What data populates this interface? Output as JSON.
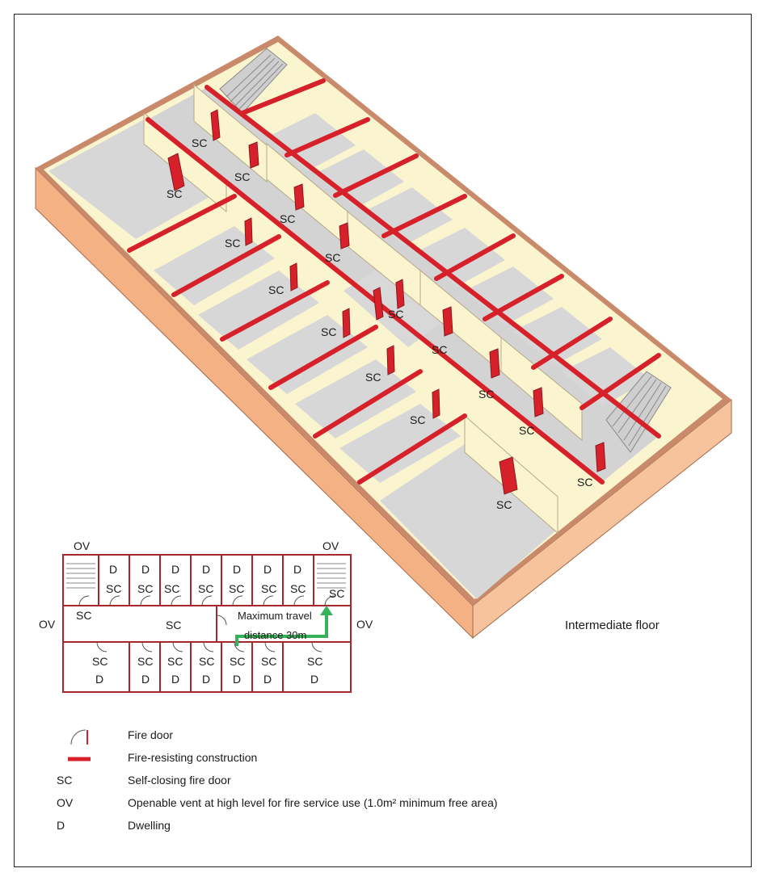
{
  "labels": {
    "self_closing": "SC",
    "dwelling": "D",
    "openable_vent": "OV",
    "travel_line1": "Maximum travel",
    "travel_line2": "distance 30m",
    "floor_caption": "Intermediate floor"
  },
  "legend": [
    {
      "symbol": "fire-door",
      "key": "",
      "text": "Fire door"
    },
    {
      "symbol": "fire-resisting-line",
      "key": "",
      "text": "Fire-resisting construction"
    },
    {
      "symbol": "text",
      "key": "SC",
      "text": "Self-closing fire door"
    },
    {
      "symbol": "text",
      "key": "OV",
      "text": "Openable vent at high level for fire service use (1.0m² minimum free area)"
    },
    {
      "symbol": "text",
      "key": "D",
      "text": "Dwelling"
    }
  ],
  "colors": {
    "fire_resisting": "#d7212a",
    "outer_wall": "#f6b98c",
    "wall_top": "#c98a6b",
    "room_floor": "#d8d8d8",
    "partition": "#fbf5cf",
    "travel_arrow": "#36b25a",
    "plan_wall": "#a5282c"
  }
}
